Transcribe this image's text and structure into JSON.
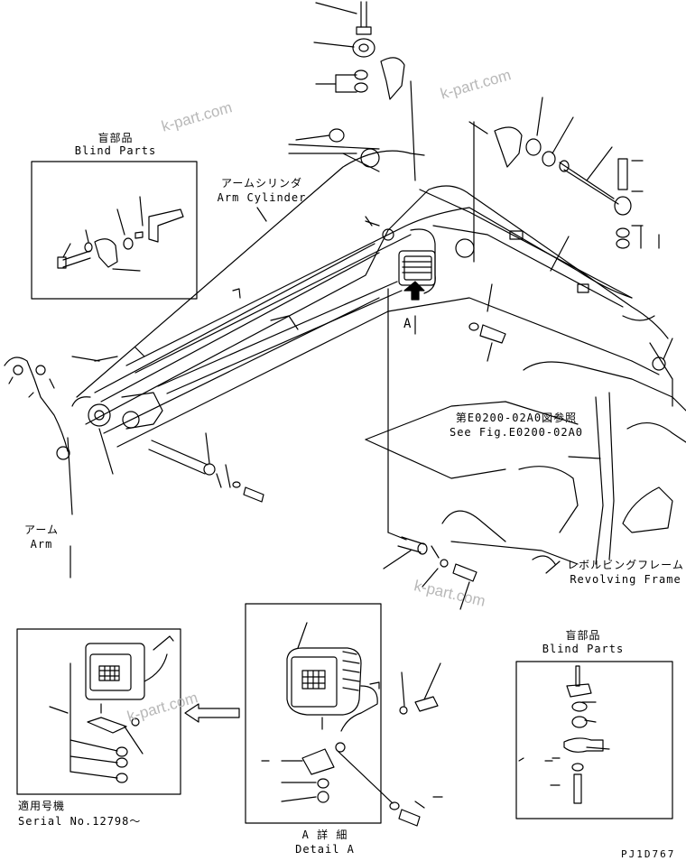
{
  "labels": {
    "blind_parts_top": {
      "jp": "盲部品",
      "en": "Blind Parts"
    },
    "arm_cylinder": {
      "jp": "アームシリンダ",
      "en": "Arm Cylinder"
    },
    "arm": {
      "jp": "アーム",
      "en": "Arm"
    },
    "see_fig": {
      "jp": "第E0200-02A0図参照",
      "en": "See Fig.E0200-02A0"
    },
    "revolving_frame": {
      "jp": "レボルビングフレーム",
      "en": "Revolving Frame"
    },
    "serial": {
      "jp": "適用号機",
      "en": "Serial No.12798～"
    },
    "detail_a": {
      "jp": "A 詳 細",
      "en": "Detail A"
    },
    "blind_parts_bottom": {
      "jp": "盲部品",
      "en": "Blind Parts"
    },
    "arrow_a": "A",
    "drawing_code": "PJ1D767"
  },
  "watermarks": [
    "k-part.com",
    "k-part.com",
    "k-part.com",
    "k-part.com"
  ],
  "colors": {
    "line": "#000000",
    "watermark": "#b8b8b8",
    "background": "#ffffff"
  }
}
